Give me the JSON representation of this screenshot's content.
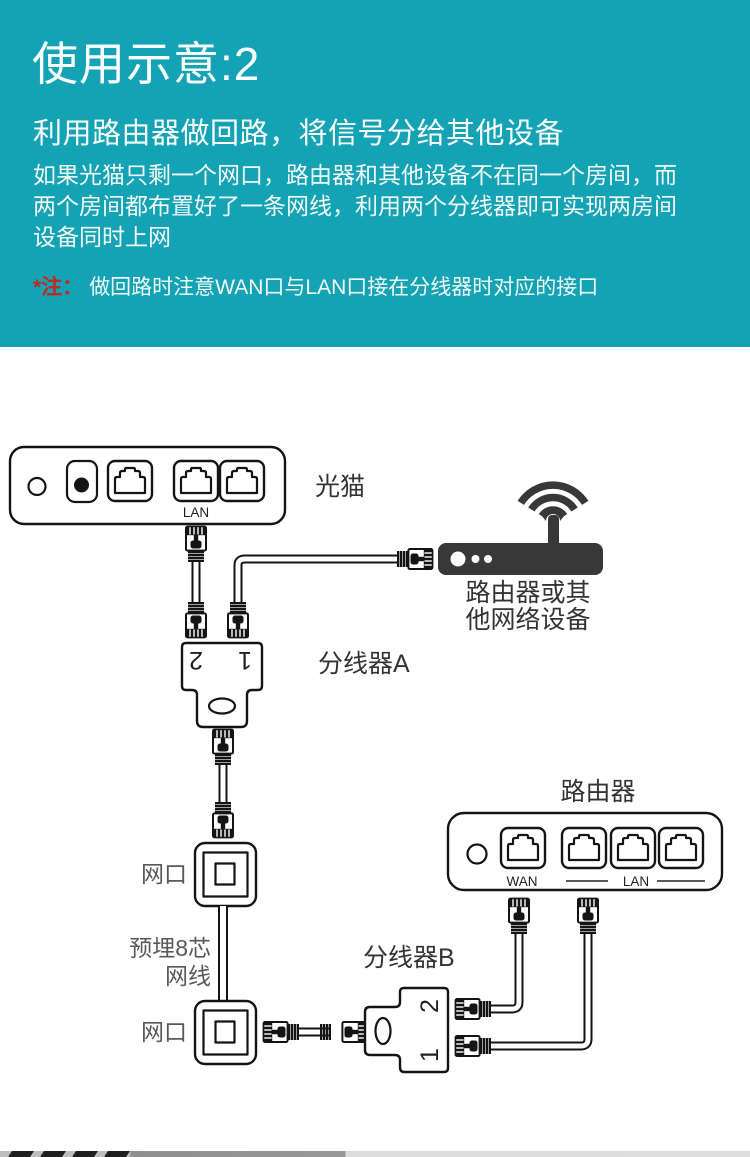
{
  "header": {
    "bg_color": "#13a3b5",
    "title": "使用示意:2",
    "subtitle": "利用路由器做回路，将信号分给其他设备",
    "body_lines": [
      "如果光猫只剩一个网口，路由器和其他设备不在同一个房间，而",
      "两个房间都布置好了一条网线，利用两个分线器即可实现两房间",
      "设备同时上网"
    ],
    "note_prefix": "*注：",
    "note_prefix_color": "#c1271d",
    "note_text": "做回路时注意WAN口与LAN口接在分线器时对应的接口"
  },
  "diagram": {
    "accent_color": "#24b5cd",
    "modem": {
      "label": "光猫",
      "lan_label": "LAN"
    },
    "wifi_router": {
      "label_line1": "路由器或其",
      "label_line2": "他网络设备"
    },
    "splitter_a": {
      "label": "分线器A",
      "port1": "1",
      "port2": "2"
    },
    "splitter_b": {
      "label": "分线器B",
      "port1": "1",
      "port2": "2"
    },
    "wall_port_top": {
      "label": "网口"
    },
    "wall_port_bottom": {
      "label": "网口"
    },
    "embedded_cable": {
      "label_line1": "预埋8芯",
      "label_line2": "网线"
    },
    "router": {
      "label": "路由器",
      "wan_label": "WAN",
      "lan_label": "LAN"
    }
  }
}
